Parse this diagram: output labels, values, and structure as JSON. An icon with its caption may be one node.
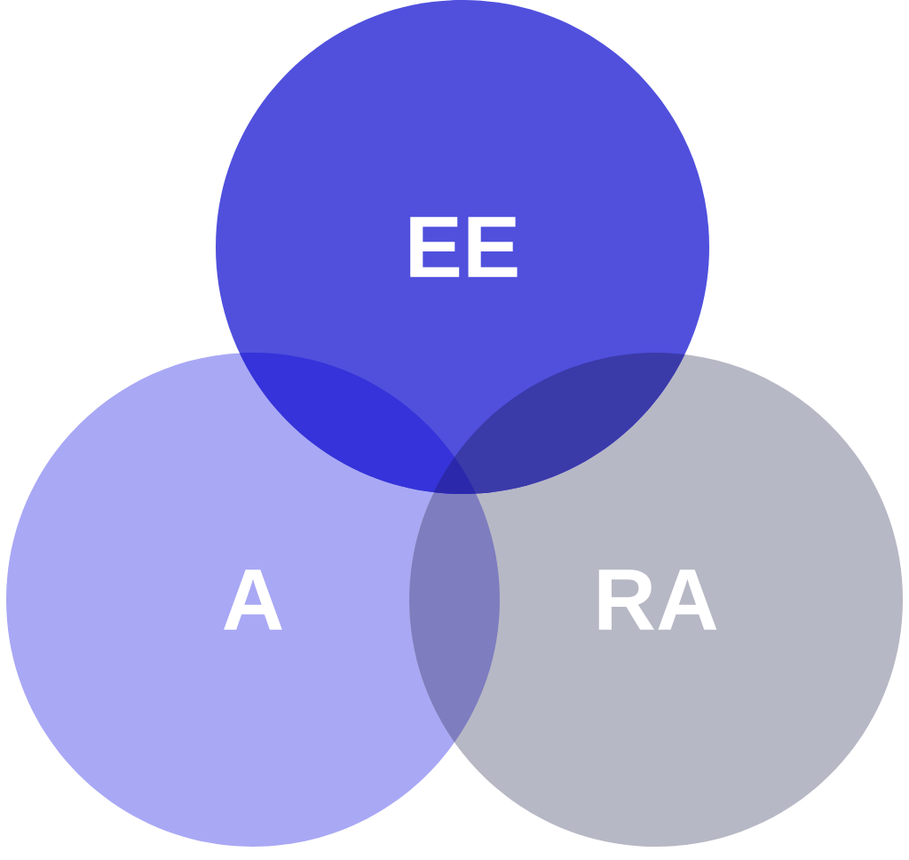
{
  "diagram": {
    "nodes": [
      {
        "text": [
          "EE"
        ]
      },
      {
        "text": [
          "A"
        ]
      },
      {
        "text": [
          "RA"
        ]
      }
    ]
  }
}
